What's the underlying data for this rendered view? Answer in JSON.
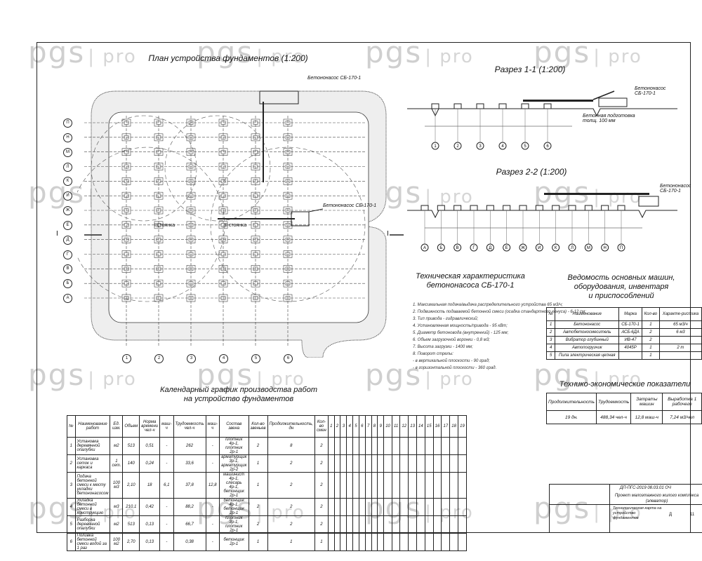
{
  "watermark": {
    "brand": "pgs",
    "suffix": "pro"
  },
  "plan": {
    "title": "План устройства фундаментов (1:200)",
    "crane_label_top": "Бетононасос СБ-170-1",
    "crane_label_mid": "Бетононасос СБ-170-1",
    "axes_rows": [
      "П",
      "Н",
      "М",
      "Л",
      "К",
      "И",
      "Ж",
      "Е",
      "Д",
      "Г",
      "В",
      "Б",
      "А"
    ],
    "axes_cols": [
      "1",
      "2",
      "3",
      "4",
      "5",
      "6"
    ],
    "section_mark": "I",
    "stop_labels": [
      "I стоянка",
      "II стоянка"
    ]
  },
  "section11": {
    "title": "Разрез 1-1 (1:200)",
    "pump_label": "Бетононасос СБ-170-1",
    "note": "Бетонная подготовка толщ. 100 мм",
    "axes": [
      "1",
      "2",
      "3",
      "4",
      "5",
      "6"
    ]
  },
  "section22": {
    "title": "Разрез 2-2 (1:200)",
    "pump_label": "Бетононасос СБ-170-1",
    "axes": [
      "А",
      "Б",
      "В",
      "Г",
      "Д",
      "Е",
      "Ж",
      "И",
      "К",
      "Л",
      "М",
      "Н",
      "П"
    ]
  },
  "tech": {
    "title_line1": "Техническая характеристика",
    "title_line2": "бетононасоса СБ-170-1",
    "items": [
      "1. Максимальная подача/выдача распределительного устройства 65 м3/ч;",
      "2. Подвижность подаваемой бетонной смеси (осадка стандартного конуса) - 6-12 см;",
      "3. Тип привода - гидравлический;",
      "4. Установленная мощность/привода - 95 кВт;",
      "5. Диаметр бетоновода (внутренний) - 125 мм;",
      "6. Объем загрузочной воронки - 0,8 м3;",
      "7. Высота загрузки - 1400 мм;",
      "8. Поворот стрелы:",
      "- в вертикальной плоскости - 90 град;",
      "- в горизонтальной плоскости - 360 град."
    ]
  },
  "vedomost": {
    "title_line1": "Ведомость основных машин,",
    "title_line2": "оборудования, инвентаря",
    "title_line3": "и приспособлений",
    "headers": [
      "№",
      "Наименование",
      "Марка",
      "Кол-во",
      "Характе-ристика"
    ],
    "rows": [
      [
        "1",
        "Бетононасос",
        "СБ-170-1",
        "1",
        "65 м3/ч"
      ],
      [
        "2",
        "Автобетоносмеситель",
        "АСБ-6ДА",
        "2",
        "6 м3"
      ],
      [
        "3",
        "Вибратор глубинный",
        "ИВ-47",
        "2",
        ""
      ],
      [
        "4",
        "Автопогрузчик",
        "4045Р",
        "1",
        "2 т"
      ],
      [
        "5",
        "Пила электрическая цепная",
        "",
        "1",
        ""
      ]
    ]
  },
  "teco": {
    "title": "Технико-экономические показатели",
    "headers": [
      "Продолжительность",
      "Трудоемкость",
      "Затраты машин",
      "Выработка 1 рабочего"
    ],
    "values": [
      "19 дн.",
      "488,34 чел-ч",
      "12,8 маш-ч",
      "7,24 м3/чел"
    ]
  },
  "schedule": {
    "title_line1": "Календарный график производства работ",
    "title_line2": "на устройство фундаментов",
    "headers": [
      "№",
      "Наименование работ",
      "Ед. изм.",
      "Объем",
      "Норма времени чел-ч",
      "маш-ч",
      "Трудоемкость чел-ч",
      "маш-ч",
      "Состав звена",
      "Кол-во звеньев",
      "Продолжительность, дн",
      "Кол-во смен"
    ],
    "days": [
      "1",
      "2",
      "3",
      "4",
      "5",
      "6",
      "7",
      "8",
      "9",
      "10",
      "11",
      "12",
      "13",
      "14",
      "15",
      "16",
      "17",
      "18",
      "19"
    ],
    "rows": [
      [
        "1",
        "Установка деревянной опалубки",
        "м2",
        "513",
        "0,51",
        "-",
        "262",
        "-",
        "плотник 4р-1, плотник 2р-1",
        "2",
        "8",
        "2"
      ],
      [
        "2",
        "Установка сеток и каркаса",
        "1 сет.",
        "140",
        "0,24",
        "-",
        "33,6",
        "-",
        "арматурщик 3р-1, арматурщик 2р-2",
        "1",
        "2",
        "2"
      ],
      [
        "3",
        "Подача бетонной смеси к месту укладки бетононасосом",
        "100 м3",
        "2,10",
        "18",
        "6,1",
        "37,8",
        "12,8",
        "машинист 4р-1, слесарь 4р-1, бетонщик 2р-1",
        "1",
        "2",
        "2"
      ],
      [
        "4",
        "Укладка бетонной смеси в конструкцию",
        "м3",
        "210,1",
        "0,42",
        "-",
        "88,2",
        "-",
        "бетонщик 4р-1, бетонщик 2р-1",
        "2",
        "2",
        "2"
      ],
      [
        "5",
        "Разборка деревянной опалубки",
        "м2",
        "513",
        "0,13",
        "-",
        "66,7",
        "-",
        "плотник 3р-1, плотник 2р-1",
        "2",
        "2",
        "2"
      ],
      [
        "6",
        "Поливка бетонной смеси водой за 1 раз",
        "100 м2",
        "2,70",
        "0,13",
        "-",
        "0,38",
        "-",
        "бетонщик 2р-1",
        "1",
        "1",
        "1"
      ]
    ]
  },
  "stamp": {
    "code": "ДП-ПГС-2019 08.03.01 ОЧ",
    "project": "Проект малоэтажного жилого комплекса (элеватор)",
    "sheet_title": "Технологическая карта на устройство фундаментов",
    "stage": "Д",
    "sheet": "11"
  }
}
